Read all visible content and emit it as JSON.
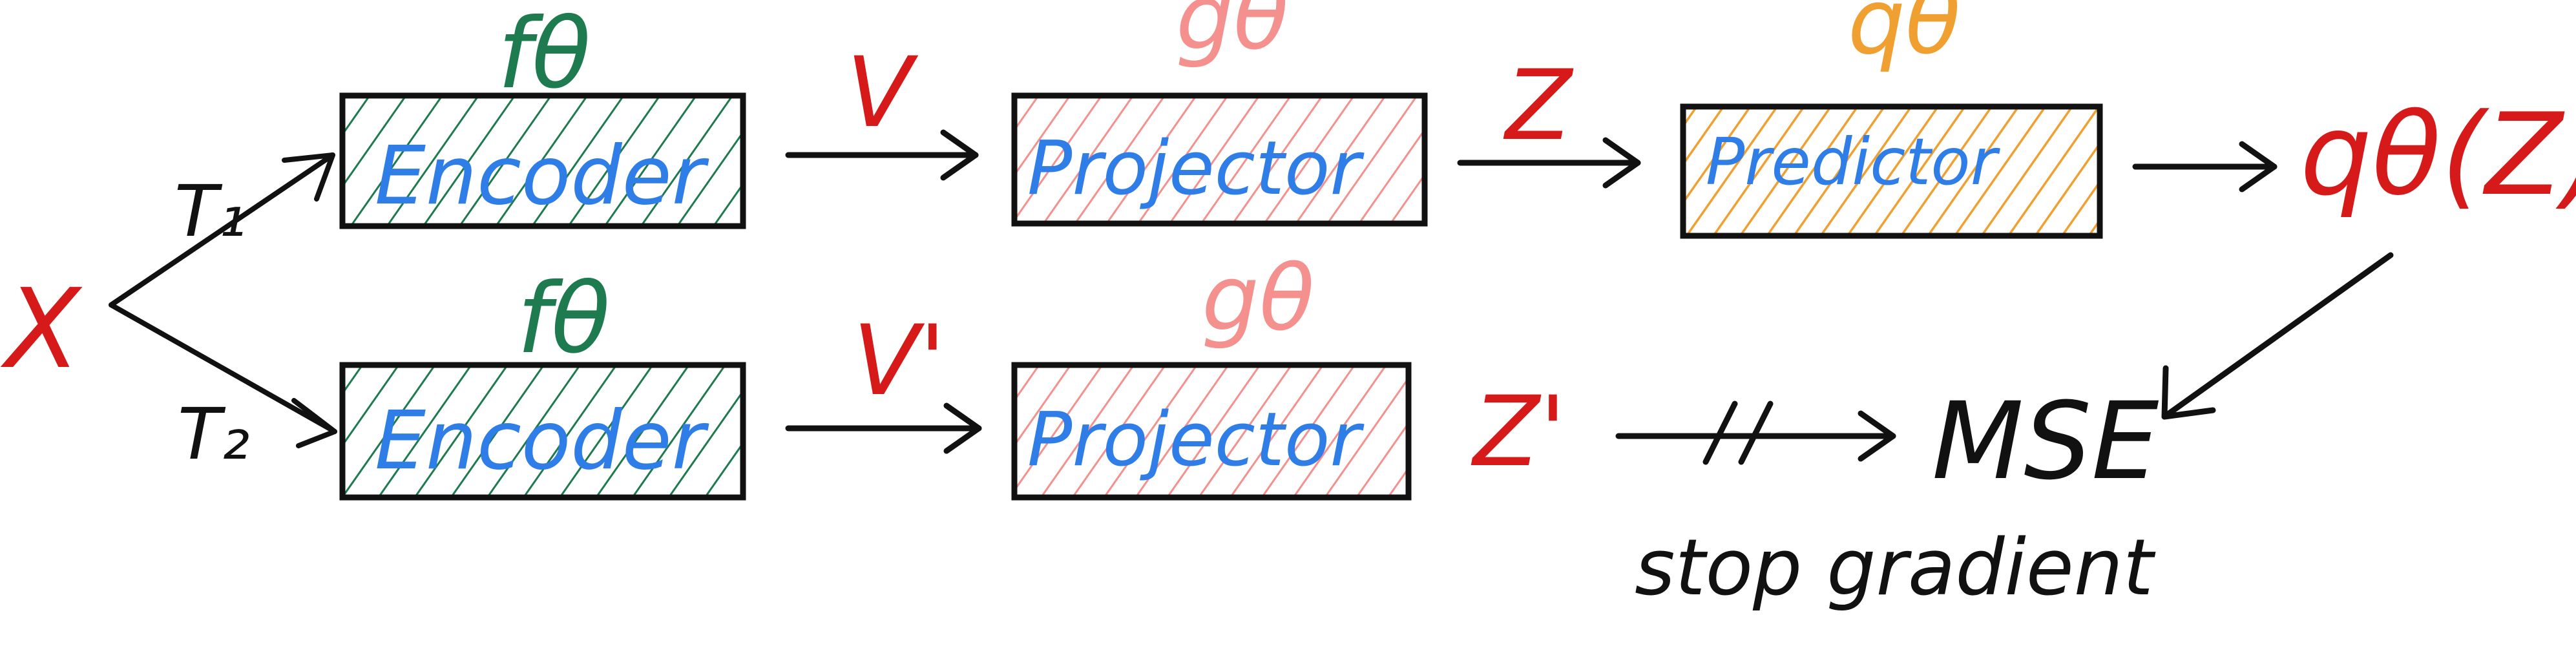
{
  "colors": {
    "ink": "#111111",
    "encoder": "#1e7a4f",
    "projector": "#f4908e",
    "predictor": "#f0a030",
    "label_text": "#2f7ee8",
    "variable": "#d61a1a"
  },
  "input": {
    "label": "X"
  },
  "transforms": {
    "top": "T₁",
    "bottom": "T₂"
  },
  "top_branch": {
    "encoder": {
      "param": "fθ",
      "label": "Encoder"
    },
    "v": "V",
    "projector": {
      "param": "gθ",
      "label": "Projector"
    },
    "z": "Z",
    "predictor": {
      "param": "qθ",
      "label": "Predictor"
    },
    "output": "qθ(Z)"
  },
  "bottom_branch": {
    "encoder": {
      "param": "fθ",
      "label": "Encoder"
    },
    "v": "V'",
    "projector": {
      "param": "gθ",
      "label": "Projector"
    },
    "z": "Z'"
  },
  "loss": {
    "label": "MSE",
    "stop_gradient": "stop gradient"
  },
  "icons": {
    "arrow": "arrow-right-icon",
    "cut": "double-slash-icon"
  }
}
